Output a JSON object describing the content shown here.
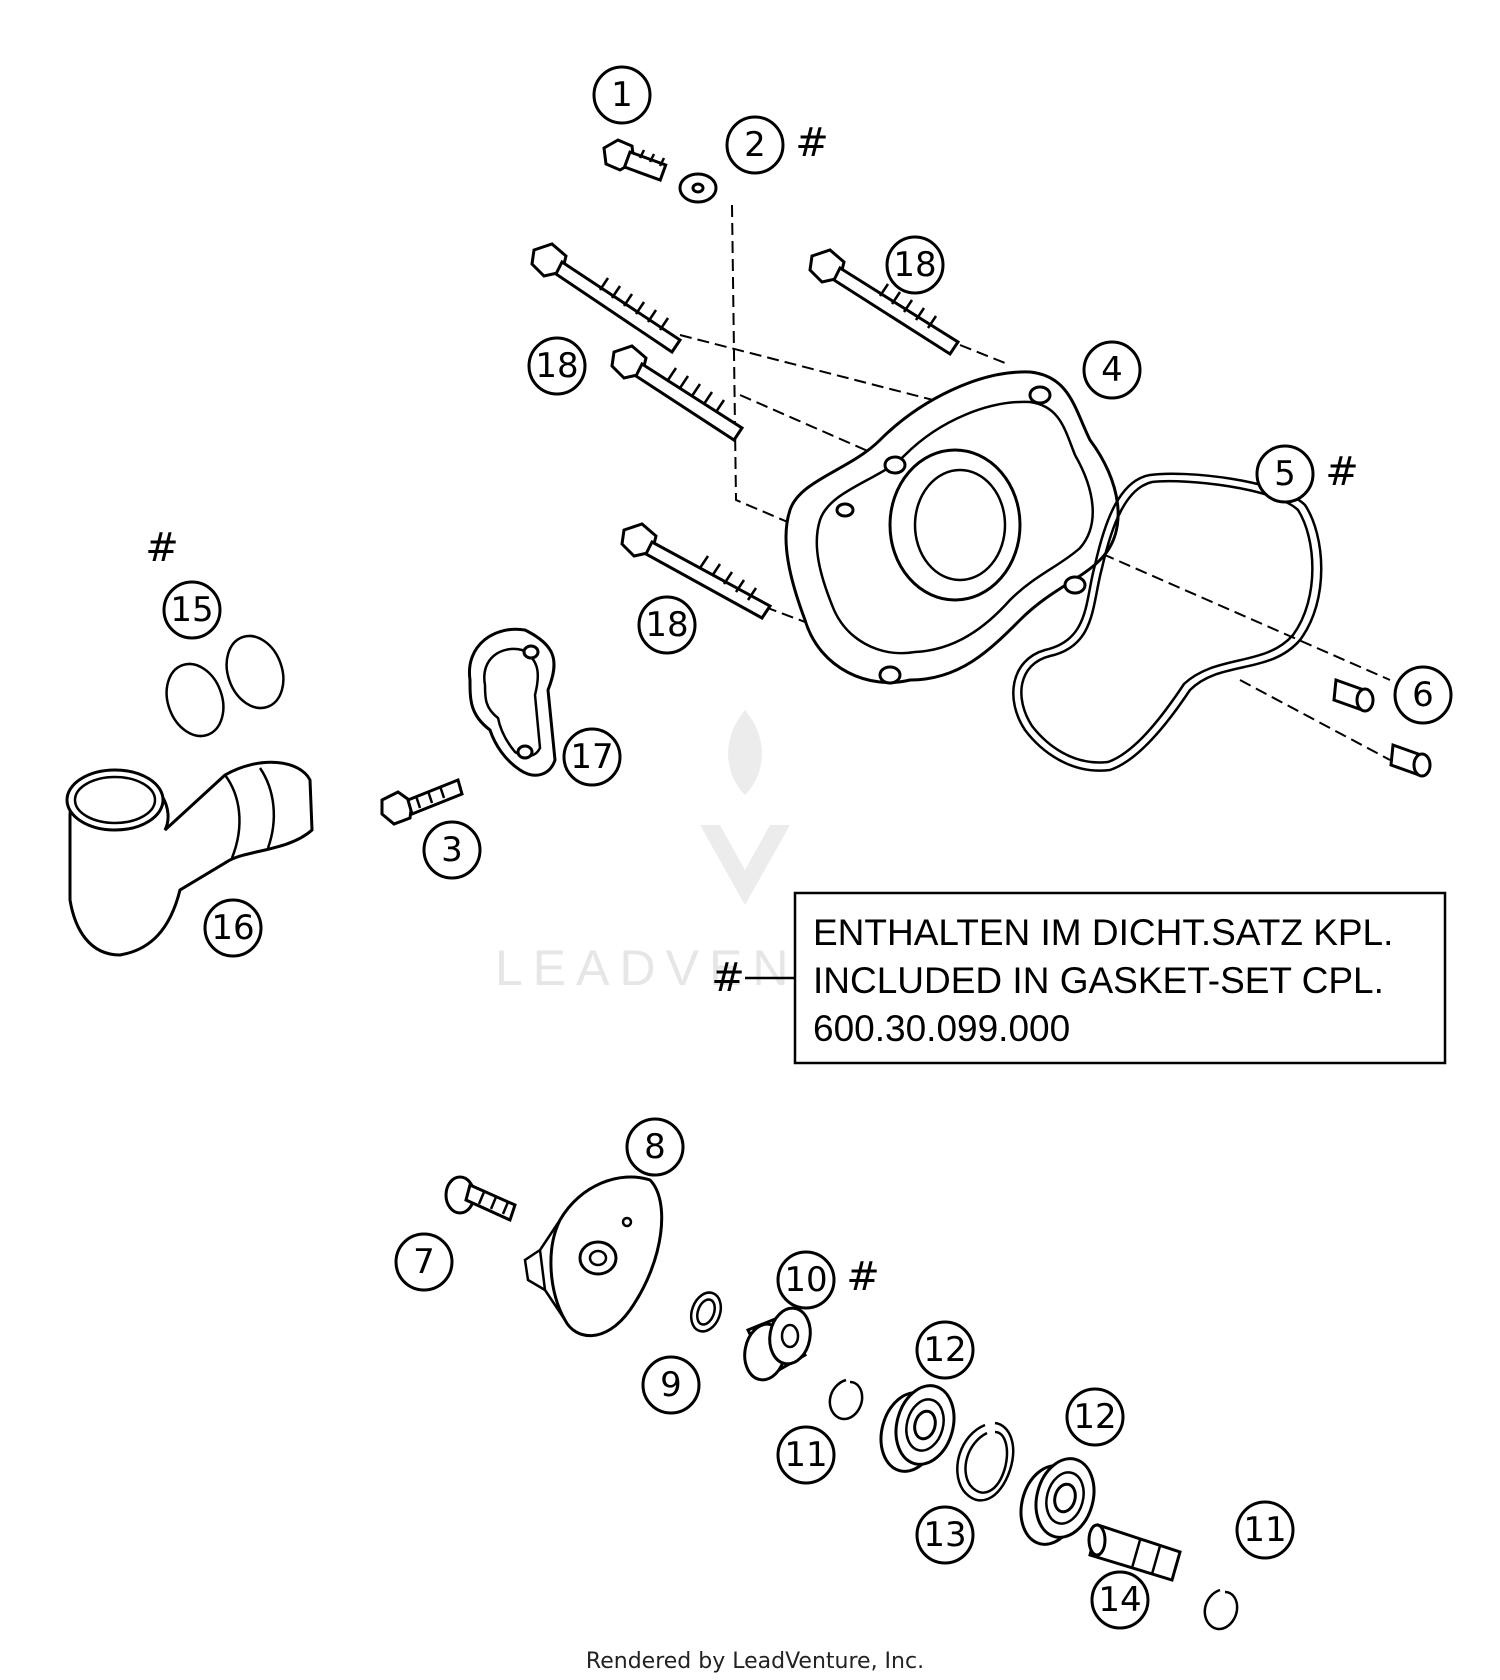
{
  "callouts": {
    "c1": "1",
    "c2": "2",
    "c3": "3",
    "c4": "4",
    "c5": "5",
    "c6": "6",
    "c7": "7",
    "c8": "8",
    "c9": "9",
    "c10": "10",
    "c11": "11",
    "c12": "12",
    "c13": "13",
    "c14": "14",
    "c15": "15",
    "c16": "16",
    "c17": "17",
    "c18": "18"
  },
  "gasket_marker": "#",
  "legend": {
    "marker": "#",
    "line1": "ENTHALTEN IM DICHT.SATZ KPL.",
    "line2": "INCLUDED IN GASKET-SET CPL.",
    "line3": "600.30.099.000"
  },
  "watermark": "LEADVENTURE",
  "footer": "Rendered by LeadVenture, Inc."
}
